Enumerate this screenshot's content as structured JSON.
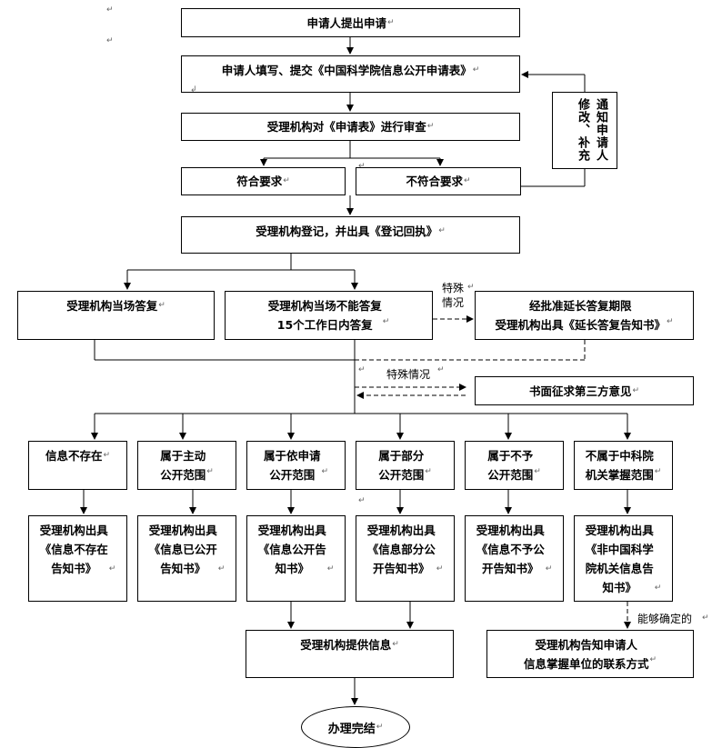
{
  "nodes": {
    "n1": "申请人提出申请",
    "n2": "申请人填写、提交《中国科学院信息公开申请表》",
    "n3": "受理机构对《申请表》进行审查",
    "n4": "符合要求",
    "n5": "不符合要求",
    "n6": "受理机构登记，并出具《登记回执》",
    "n7": "受理机构当场答复",
    "n8": "受理机构当场不能答复\n15个工作日内答复",
    "n9": "经批准延长答复期限\n受理机构出具《延长答复告知书》",
    "n10": "书面征求第三方意见",
    "c1": "信息不存在",
    "c2": "属于主动\n公开范围",
    "c3": "属于依申请\n公开范围",
    "c4": "属于部分\n公开范围",
    "c5": "属于不予\n公开范围",
    "c6": "不属于中科院\n机关掌握范围",
    "r1": "受理机构出具\n《信息不存在\n告知书》",
    "r2": "受理机构出具\n《信息已公开\n告知书》",
    "r3": "受理机构出具\n《信息公开告\n知书》",
    "r4": "受理机构出具\n《信息部分公\n开告知书》",
    "r5": "受理机构出具\n《信息不予公\n开告知书》",
    "r6": "受理机构出具\n《非中国科学\n院机关信息告\n知书》",
    "p1": "受理机构提供信息",
    "p2": "受理机构告知申请人\n信息掌握单位的联系方式",
    "end": "办理完结"
  },
  "notify": {
    "col1": "通知申请人",
    "col2": "修改、补充"
  },
  "labels": {
    "special1": "特殊\n情况",
    "special2": "特殊情况",
    "determined": "能够确定的"
  },
  "marks": {
    "para": "↵",
    "para2": "↲"
  }
}
